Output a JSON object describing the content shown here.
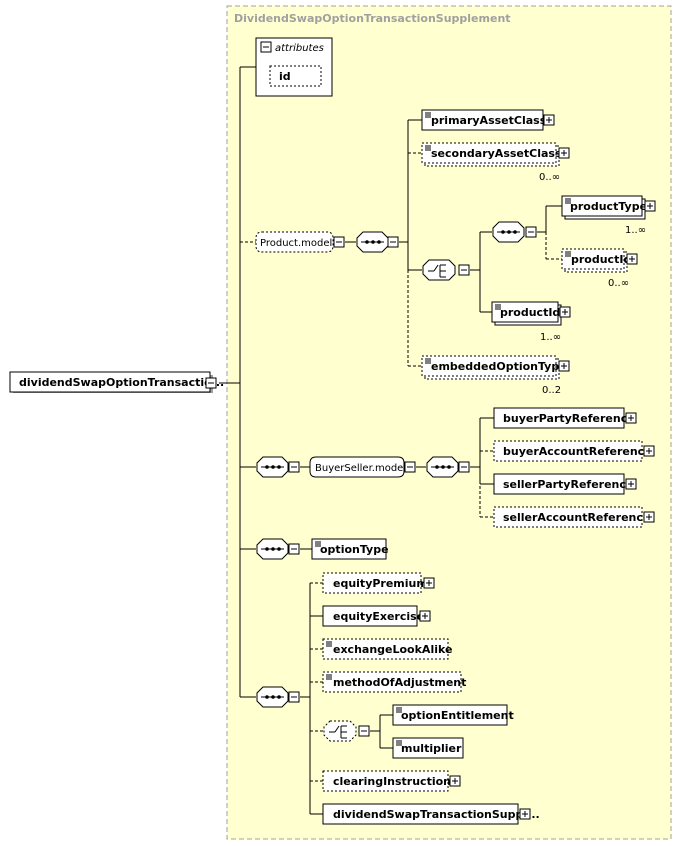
{
  "diagram": {
    "type_title": "DividendSwapOptionTransactionSupplement",
    "root_element": "dividendSwapOptionTransactio...",
    "attributes": {
      "header": "attributes",
      "items": [
        "id"
      ]
    },
    "product_group": {
      "name": "Product.model",
      "children": {
        "primaryAssetClass": "primaryAssetClass",
        "secondaryAssetClass": "secondaryAssetClass",
        "secondaryAssetClass_occ": "0..∞",
        "productType": "productType",
        "productType_occ": "1..∞",
        "productId_optional": "productId",
        "productId_optional_occ": "0..∞",
        "productId": "productId",
        "productId_occ": "1..∞",
        "embeddedOptionType": "embeddedOptionType",
        "embeddedOptionType_occ": "0..2"
      }
    },
    "buyerseller_group": {
      "name": "BuyerSeller.model",
      "children": [
        "buyerPartyReference",
        "buyerAccountReference",
        "sellerPartyReference",
        "sellerAccountReference"
      ]
    },
    "option_type": "optionType",
    "final_sequence": {
      "equityPremium": "equityPremium",
      "equityExercise": "equityExercise",
      "exchangeLookAlike": "exchangeLookAlike",
      "methodOfAdjustment": "methodOfAdjustment",
      "optionEntitlement": "optionEntitlement",
      "multiplier": "multiplier",
      "clearingInstructions": "clearingInstructions",
      "dividendSwapTransactionSuppl": "dividendSwapTransactionSuppl..."
    },
    "colors": {
      "type_bg": "#ffffd0",
      "type_border": "#a0a0a0",
      "box_fill": "#ffffff",
      "line": "#000000",
      "shadow": "#a0a0a0"
    }
  }
}
